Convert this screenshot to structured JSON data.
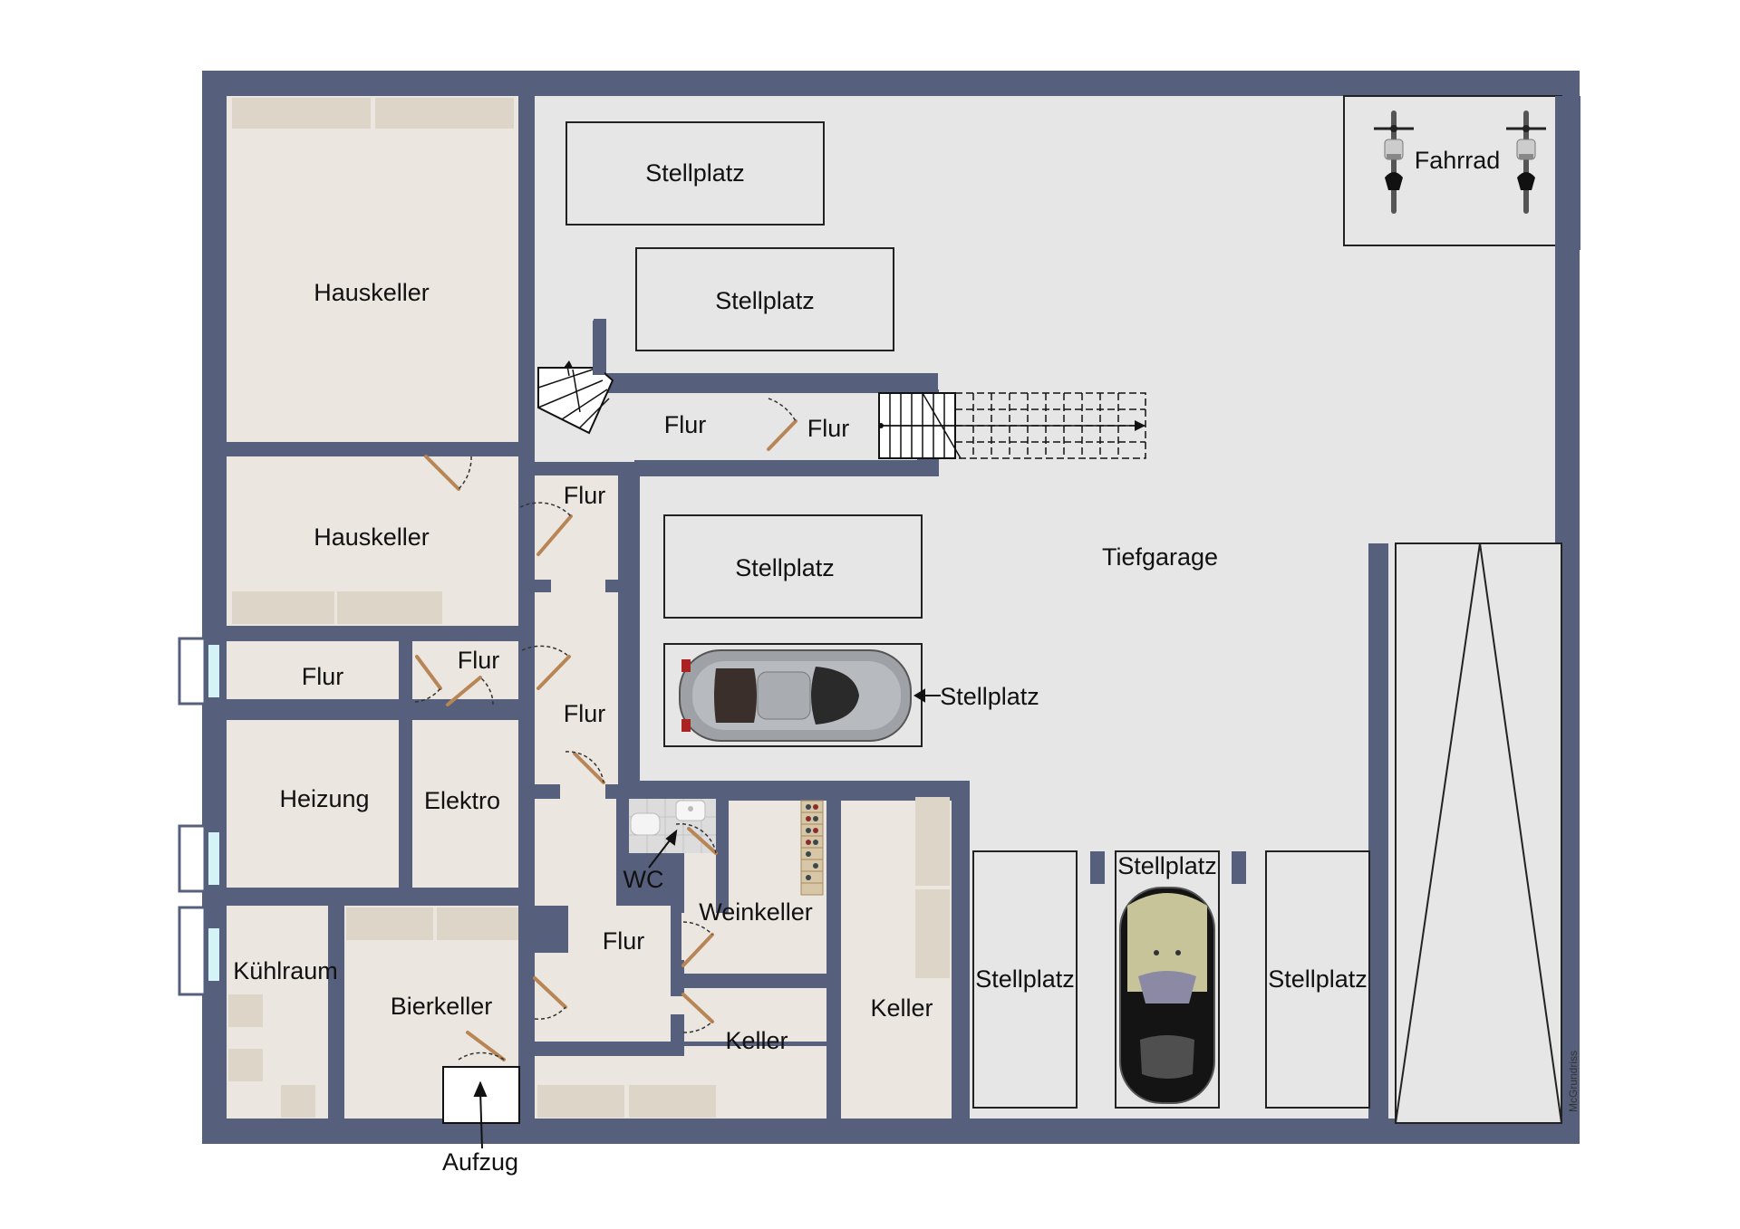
{
  "colors": {
    "wall": "#56607c",
    "floor_cellar": "#ebe7e0",
    "floor_garage": "#e6e6e6",
    "door": "#b88656",
    "outline": "#222222",
    "text": "#111111"
  },
  "rooms": {
    "hauskeller_1": "Hauskeller",
    "hauskeller_2": "Hauskeller",
    "flur_top_left": "Flur",
    "flur_top_right": "Flur",
    "flur_stair": "Flur",
    "flur_left": "Flur",
    "flur_mid": "Flur",
    "flur_corridor": "Flur",
    "flur_bottom": "Flur",
    "heizung": "Heizung",
    "elektro": "Elektro",
    "kuehlraum": "Kühlraum",
    "bierkeller": "Bierkeller",
    "wc": "WC",
    "weinkeller": "Weinkeller",
    "keller_1": "Keller",
    "keller_2": "Keller",
    "aufzug": "Aufzug",
    "tiefgarage": "Tiefgarage",
    "fahrrad": "Fahrrad"
  },
  "parking": {
    "top_1": "Stellplatz",
    "top_2": "Stellplatz",
    "mid_1": "Stellplatz",
    "car_pointer": "Stellplatz",
    "bottom_left": "Stellplatz",
    "bottom_center": "Stellplatz",
    "bottom_right": "Stellplatz"
  },
  "icons": [
    "staircase-icon",
    "bicycle-icon",
    "car-icon",
    "door-swing-icon",
    "toilet-icon",
    "sink-icon",
    "wine-rack-icon",
    "ramp-icon",
    "window-icon"
  ],
  "watermark": "McGrundriss"
}
